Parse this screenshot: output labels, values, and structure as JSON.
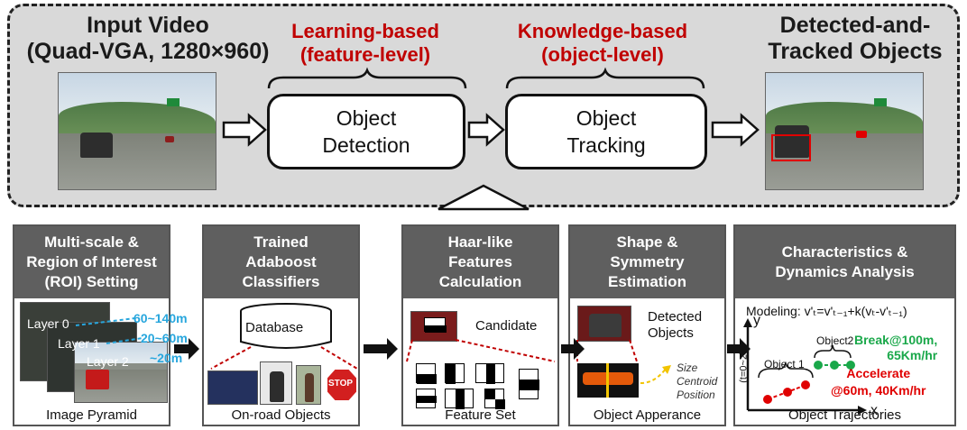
{
  "top": {
    "input_title": "Input Video\n(Quad-VGA, 1280×960)",
    "output_title": "Detected-and-\nTracked Objects",
    "learning_label": "Learning-based\n(feature-level)",
    "knowledge_label": "Knowledge-based\n(object-level)",
    "detection_box": "Object\nDetection",
    "tracking_box": "Object\nTracking"
  },
  "panels": [
    {
      "title": "Multi-scale &\nRegion of Interest\n(ROI) Setting",
      "caption": "Image Pyramid"
    },
    {
      "title": "Trained\nAdaboost\nClassifiers",
      "caption": "On-road Objects"
    },
    {
      "title": "Haar-like\nFeatures\nCalculation",
      "caption": "Feature Set"
    },
    {
      "title": "Shape &\nSymmetry\nEstimation",
      "caption": "Object Apperance"
    },
    {
      "title": "Characteristics &\nDynamics Analysis",
      "caption": "Object Trajectories"
    }
  ],
  "pyramid": {
    "layers": [
      "Layer 0",
      "Layer 1",
      "Layer 2"
    ],
    "ranges": [
      "60~140m",
      "20~60m",
      "~20m"
    ]
  },
  "classifier": {
    "database": "Database",
    "stop_sign": "STOP"
  },
  "features": {
    "candidate": "Candidate"
  },
  "shape": {
    "detected": "Detected\nObjects",
    "props": "Size\nCentroid\nPosition"
  },
  "dynamics": {
    "modeling": "Modeling: v'ₜ=v'ₜ₋₁+k(vₜ-v'ₜ₋₁)",
    "y_axis": "y",
    "x_axis": "x",
    "t_axis": "(t=0~2)",
    "object1": "Object 1",
    "object2": "Object2",
    "break_label": "Break@100m,\n65Km/hr",
    "accelerate_label": "Accelerate\n@60m, 40Km/hr"
  },
  "colors": {
    "accent_red": "#c00000",
    "accent_green": "#1aa84a",
    "accent_blue": "#27a6dd",
    "panel_head": "#5f5f5f",
    "top_bg": "#d9d9d9"
  }
}
